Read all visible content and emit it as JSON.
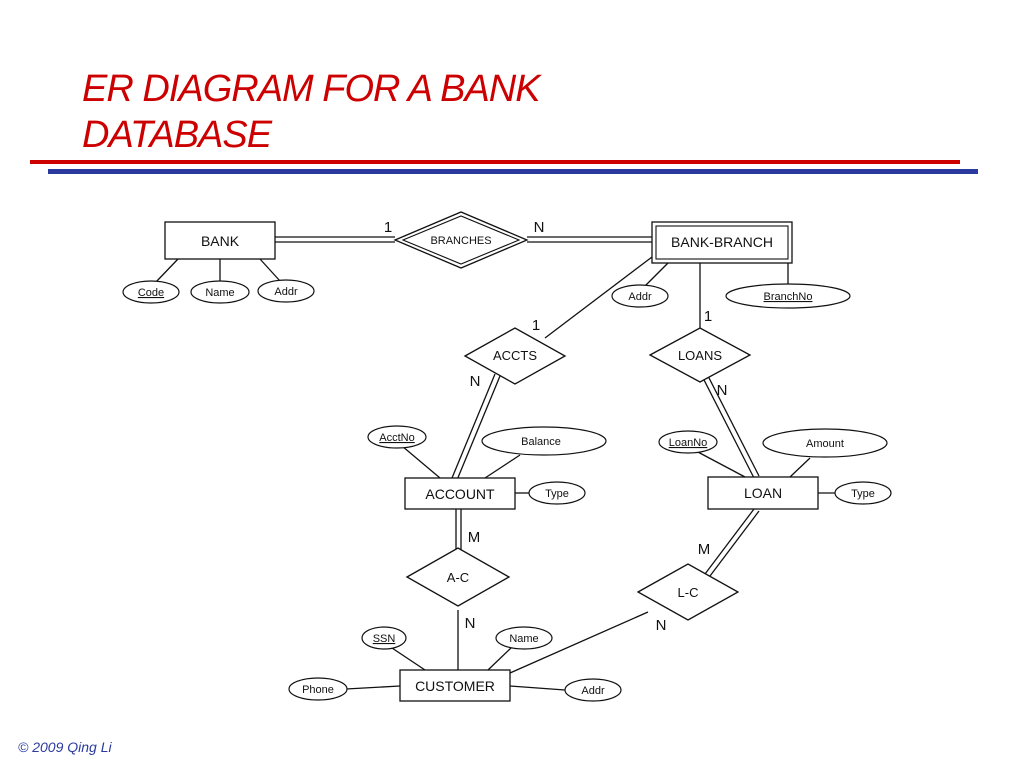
{
  "title": {
    "line1": "ER DIAGRAM FOR A BANK",
    "line2": "DATABASE"
  },
  "footer": "© 2009  Qing Li",
  "colors": {
    "title": "#cc0000",
    "rule_red": "#cc0000",
    "rule_blue": "#2b3a9e",
    "footer": "#2b3a9e",
    "ink": "#111111"
  },
  "entities": {
    "bank": "BANK",
    "bank_branch": "BANK-BRANCH",
    "account": "ACCOUNT",
    "loan": "LOAN",
    "customer": "CUSTOMER"
  },
  "relationships": {
    "branches": "BRANCHES",
    "accts": "ACCTS",
    "loans": "LOANS",
    "ac": "A-C",
    "lc": "L-C"
  },
  "attributes": {
    "bank_code": "Code",
    "bank_name": "Name",
    "bank_addr": "Addr",
    "branch_addr": "Addr",
    "branch_no": "BranchNo",
    "acct_no": "AcctNo",
    "balance": "Balance",
    "account_type": "Type",
    "loan_no": "LoanNo",
    "amount": "Amount",
    "loan_type": "Type",
    "ssn": "SSN",
    "customer_name": "Name",
    "phone": "Phone",
    "customer_addr": "Addr"
  },
  "cardinalities": {
    "bank_branches": "1",
    "branches_branch": "N",
    "branch_accts": "1",
    "accts_account": "N",
    "branch_loans": "1",
    "loans_loan": "N",
    "account_ac": "M",
    "ac_customer": "N",
    "loan_lc": "M",
    "lc_customer": "N"
  }
}
